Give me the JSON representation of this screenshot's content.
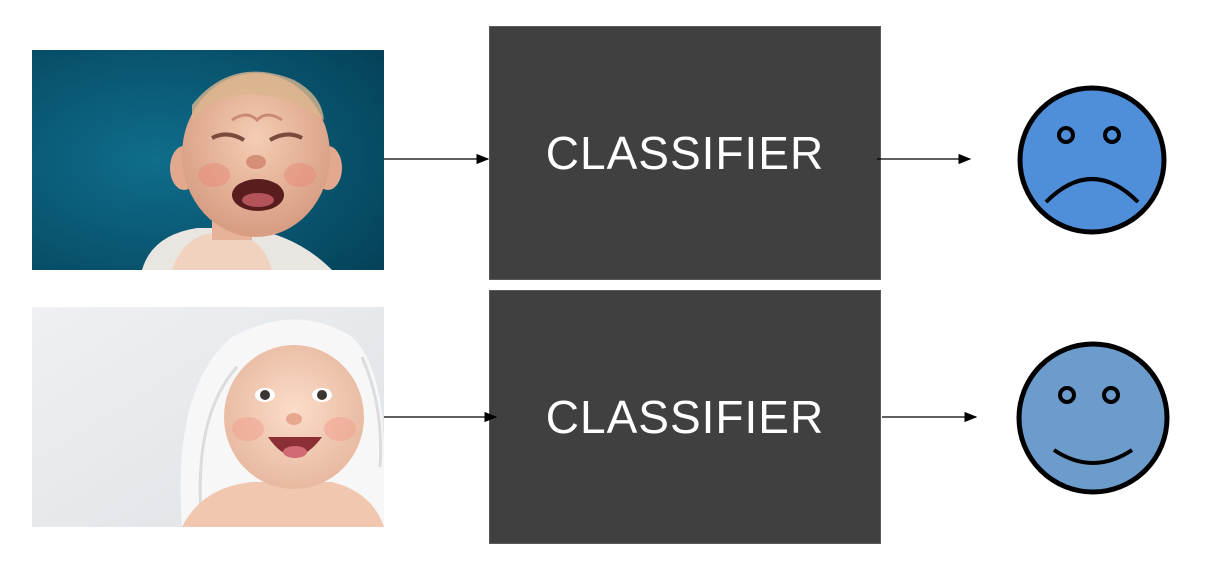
{
  "rows": [
    {
      "label": "CLASSIFIER",
      "input": "crying-baby-photo",
      "output": "sad-face-icon",
      "face_color": "#4f8fd9"
    },
    {
      "label": "CLASSIFIER",
      "input": "laughing-baby-photo",
      "output": "happy-face-icon",
      "face_color": "#6b9ccb"
    }
  ],
  "colors": {
    "box": "#404040",
    "arrow": "#000000"
  }
}
